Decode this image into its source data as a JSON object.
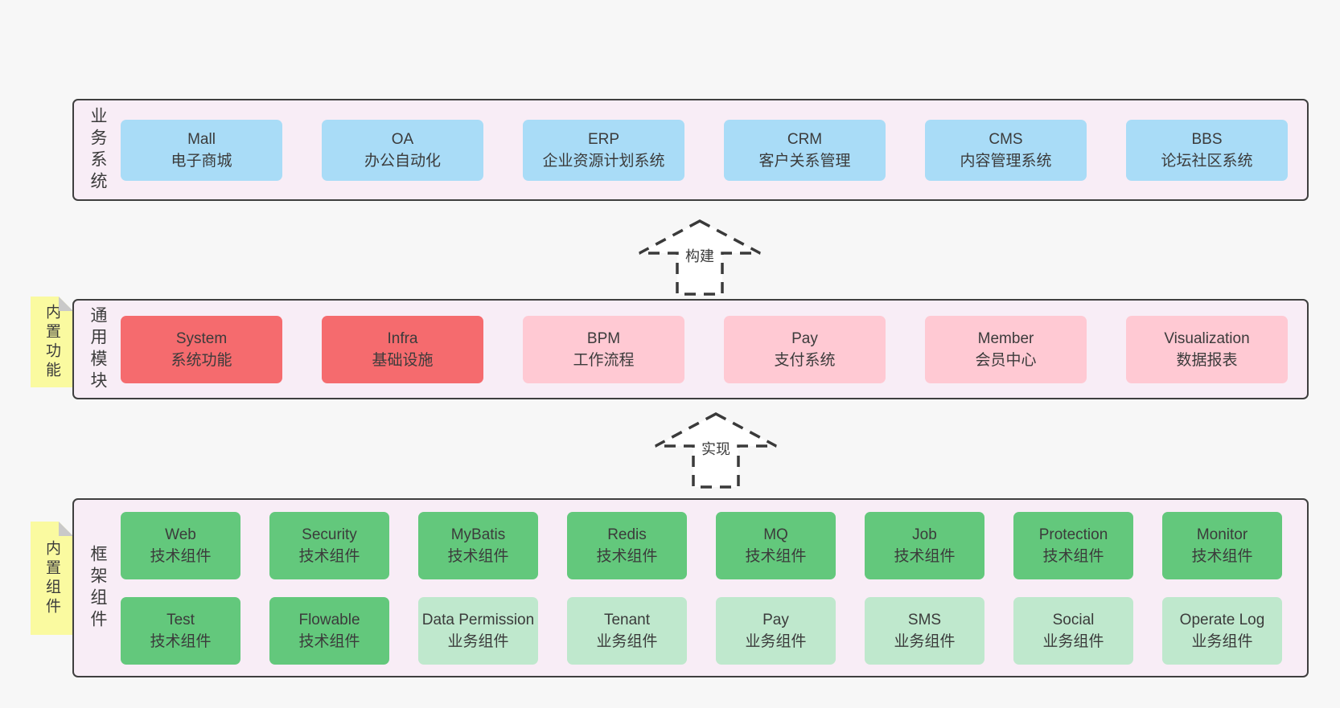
{
  "colors": {
    "page_bg": "#f7f7f7",
    "panel_bg": "#f8edf6",
    "panel_border": "#3f3f3f",
    "box_blue": "#a9dcf7",
    "box_red": "#f56b6e",
    "box_pink": "#ffc9d3",
    "box_green": "#63c87c",
    "box_green_light": "#bfe8cd",
    "sticky_yellow": "#fafaa0",
    "sticky_fold": "#c9c9c9",
    "text": "#3b3b3b"
  },
  "arrows": [
    {
      "label": "构建"
    },
    {
      "label": "实现"
    }
  ],
  "stickies": [
    {
      "label": "内置功能"
    },
    {
      "label": "内置组件"
    }
  ],
  "layers": [
    {
      "label": "业务系统",
      "boxes": [
        {
          "name": "Mall",
          "desc": "电子商城"
        },
        {
          "name": "OA",
          "desc": "办公自动化"
        },
        {
          "name": "ERP",
          "desc": "企业资源计划系统"
        },
        {
          "name": "CRM",
          "desc": "客户关系管理"
        },
        {
          "name": "CMS",
          "desc": "内容管理系统"
        },
        {
          "name": "BBS",
          "desc": "论坛社区系统"
        }
      ]
    },
    {
      "label": "通用模块",
      "boxes": [
        {
          "name": "System",
          "desc": "系统功能"
        },
        {
          "name": "Infra",
          "desc": "基础设施"
        },
        {
          "name": "BPM",
          "desc": "工作流程"
        },
        {
          "name": "Pay",
          "desc": "支付系统"
        },
        {
          "name": "Member",
          "desc": "会员中心"
        },
        {
          "name": "Visualization",
          "desc": "数据报表"
        }
      ]
    },
    {
      "label": "框架组件",
      "row1": [
        {
          "name": "Web",
          "desc": "技术组件"
        },
        {
          "name": "Security",
          "desc": "技术组件"
        },
        {
          "name": "MyBatis",
          "desc": "技术组件"
        },
        {
          "name": "Redis",
          "desc": "技术组件"
        },
        {
          "name": "MQ",
          "desc": "技术组件"
        },
        {
          "name": "Job",
          "desc": "技术组件"
        },
        {
          "name": "Protection",
          "desc": "技术组件"
        },
        {
          "name": "Monitor",
          "desc": "技术组件"
        }
      ],
      "row2": [
        {
          "name": "Test",
          "desc": "技术组件"
        },
        {
          "name": "Flowable",
          "desc": "技术组件"
        },
        {
          "name": "Data Permission",
          "desc": "业务组件"
        },
        {
          "name": "Tenant",
          "desc": "业务组件"
        },
        {
          "name": "Pay",
          "desc": "业务组件"
        },
        {
          "name": "SMS",
          "desc": "业务组件"
        },
        {
          "name": "Social",
          "desc": "业务组件"
        },
        {
          "name": "Operate Log",
          "desc": "业务组件"
        }
      ]
    }
  ]
}
